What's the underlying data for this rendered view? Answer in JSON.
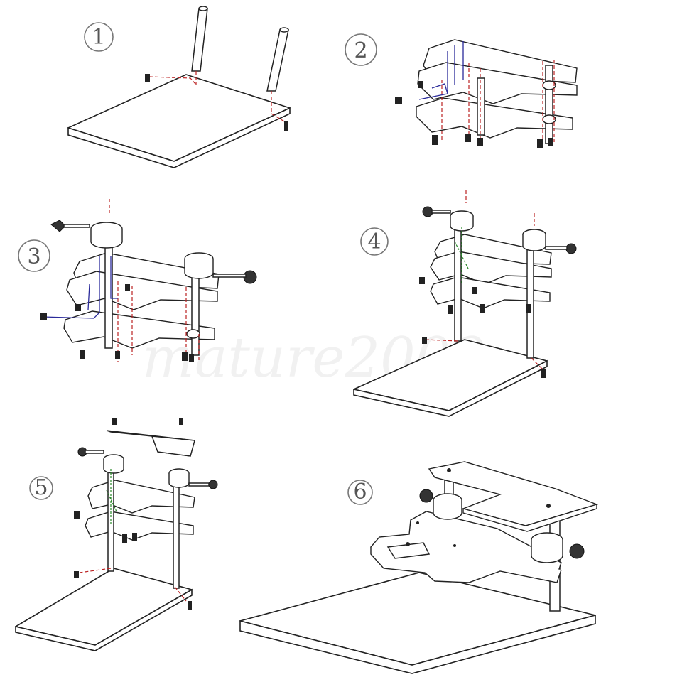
{
  "steps": [
    {
      "number": "1"
    },
    {
      "number": "2"
    },
    {
      "number": "3"
    },
    {
      "number": "4"
    },
    {
      "number": "5"
    },
    {
      "number": "6"
    }
  ],
  "watermark": "mature2009",
  "colors": {
    "outline": "#222222",
    "guide_red": "#bb2222",
    "guide_blue": "#2a2a9a",
    "guide_green": "#2a8a2a",
    "label": "#555555"
  }
}
